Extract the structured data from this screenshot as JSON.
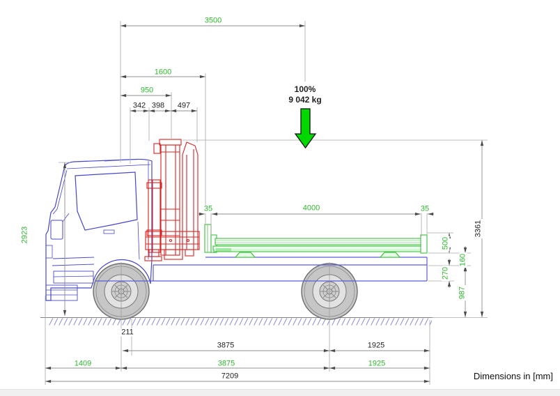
{
  "drawing": {
    "type": "truck-with-loader-crane-side-view",
    "units_note": "Dimensions in [mm]"
  },
  "load": {
    "percent": "100%",
    "weight": "9 042 kg"
  },
  "dims": {
    "top_3500": "3500",
    "top_1600": "1600",
    "top_950": "950",
    "top_342": "342",
    "top_398": "398",
    "top_497": "497",
    "bed_35_left": "35",
    "bed_4000": "4000",
    "bed_35_right": "35",
    "left_2923": "2923",
    "right_500": "500",
    "right_160": "160",
    "right_270": "270",
    "right_987": "987",
    "right_3361": "3361",
    "bottom_211": "211",
    "bottom_3875_black": "3875",
    "bottom_1925_black": "1925",
    "bottom_1409": "1409",
    "bottom_3875_green": "3875",
    "bottom_1925_green": "1925",
    "bottom_7209": "7209"
  },
  "colors": {
    "dim_text_green": "#2eb82e",
    "dim_text_black": "#1f1f1f",
    "dim_line_gray": "#8f8f8f",
    "truck_blue": "#4646c8",
    "frame_blue": "#5b5bd6",
    "crane_red": "#d92121",
    "bed_green": "#3bbf3b",
    "load_arrow_green": "#00d800",
    "ground_hatch_blue": "#8a8ad6",
    "tire_gray": "#c6c6c6"
  }
}
